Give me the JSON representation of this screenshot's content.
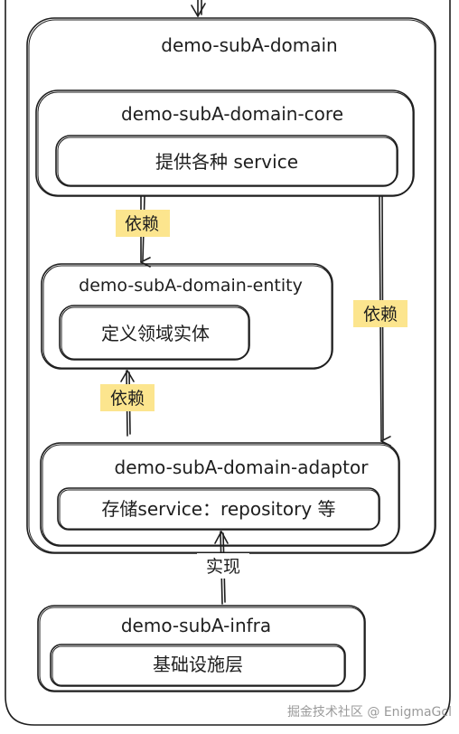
{
  "colors": {
    "domain_fill": "#fce58e",
    "infra_fill": "#f9cdd1",
    "stroke": "#1e1e1e",
    "watermark": "#9a9a9a"
  },
  "nodes": {
    "domain": {
      "label": "demo-subA-domain"
    },
    "core": {
      "label": "demo-subA-domain-core",
      "inner": "提供各种 service"
    },
    "entity": {
      "label": "demo-subA-domain-entity",
      "inner": "定义领域实体"
    },
    "adaptor": {
      "label": "demo-subA-domain-adaptor",
      "inner": "存储service：repository 等"
    },
    "infra": {
      "label": "demo-subA-infra",
      "inner": "基础设施层"
    }
  },
  "edges": [
    {
      "from": "core",
      "to": "entity",
      "label": "依赖"
    },
    {
      "from": "core",
      "to": "adaptor",
      "label": "依赖"
    },
    {
      "from": "adaptor",
      "to": "entity",
      "label": "依赖"
    },
    {
      "from": "infra",
      "to": "adaptor",
      "label": "实现"
    }
  ],
  "watermark": "掘金技术社区 @ EnigmaGcl"
}
